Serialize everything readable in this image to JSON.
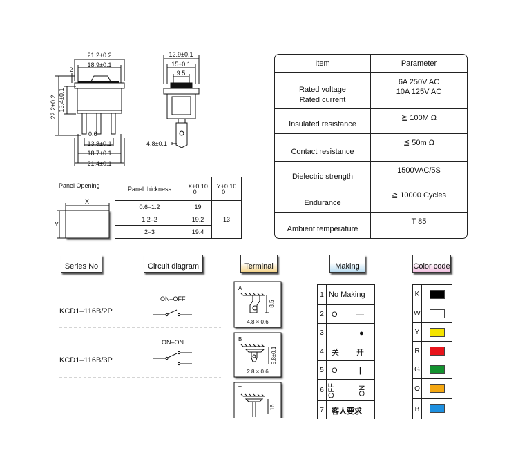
{
  "dims": {
    "top_w": "21.2±0.2",
    "top_w2": "18.9±0.1",
    "left_2": "2",
    "left_h1": "22.2±0.2",
    "left_h2": "13.4±0.1",
    "bot_06": "0.6",
    "bot_w1": "13.8±0.1",
    "bot_w2": "18.7±0.1",
    "bot_w3": "21.4±0.1",
    "side_w1": "12.9±0.1",
    "side_w2": "15±0.1",
    "side_w3": "9.5",
    "side_t": "4.8±0.1"
  },
  "spec": {
    "head_item": "Item",
    "head_param": "Parameter",
    "rows": [
      {
        "item": "Rated voltage\nRated current",
        "param": "6A   250V AC\n10A 125V AC"
      },
      {
        "item": "Insulated resistance",
        "param": "≧ 100M Ω"
      },
      {
        "item": "Contact resistance",
        "param": "≦ 50m Ω"
      },
      {
        "item": "Dielectric strength",
        "param": "1500VAC/5S"
      },
      {
        "item": "Endurance",
        "param": "≧ 10000 Cycles"
      },
      {
        "item": "Ambient temperature",
        "param": "T 85"
      }
    ]
  },
  "panel": {
    "title": "Panel Opening",
    "x": "X",
    "y": "Y",
    "head_thick": "Panel thickness",
    "head_x": "X+0.10\n   0",
    "head_y": "Y+0.10\n   0",
    "rows": [
      {
        "t": "0.6–1.2",
        "x": "19"
      },
      {
        "t": "1.2–2",
        "x": "19.2"
      },
      {
        "t": "2–3",
        "x": "19.4"
      }
    ],
    "y_val": "13"
  },
  "headers": {
    "series": "Series No",
    "circuit": "Circuit diagram",
    "terminal": "Terminal",
    "making": "Making",
    "color": "Color code"
  },
  "series": [
    {
      "name": "KCD1–116B/2P",
      "circuit": "ON–OFF"
    },
    {
      "name": "KCD1–116B/3P",
      "circuit": "ON–ON"
    }
  ],
  "terminals": [
    {
      "letter": "A",
      "dim": "8.5",
      "size": "4.8 × 0.6"
    },
    {
      "letter": "B",
      "dim": "5.8±0.1",
      "size": "2.8 × 0.6"
    },
    {
      "letter": "T",
      "dim": "16",
      "size": ""
    }
  ],
  "making": [
    {
      "n": "1",
      "a": "No Making",
      "b": ""
    },
    {
      "n": "2",
      "a": "O",
      "b": "—"
    },
    {
      "n": "3",
      "a": "",
      "b": "●"
    },
    {
      "n": "4",
      "a": "关",
      "b": "开"
    },
    {
      "n": "5",
      "a": "O",
      "b": "|"
    },
    {
      "n": "6",
      "a": "OFF",
      "b": "ON"
    },
    {
      "n": "7",
      "a": "客人要求",
      "b": ""
    }
  ],
  "colors": [
    {
      "l": "K",
      "hex": "#000000"
    },
    {
      "l": "W",
      "hex": "#ffffff"
    },
    {
      "l": "Y",
      "hex": "#f5e400"
    },
    {
      "l": "R",
      "hex": "#e8141b"
    },
    {
      "l": "G",
      "hex": "#13922f"
    },
    {
      "l": "O",
      "hex": "#f4a712"
    },
    {
      "l": "B",
      "hex": "#1e90e0"
    }
  ]
}
